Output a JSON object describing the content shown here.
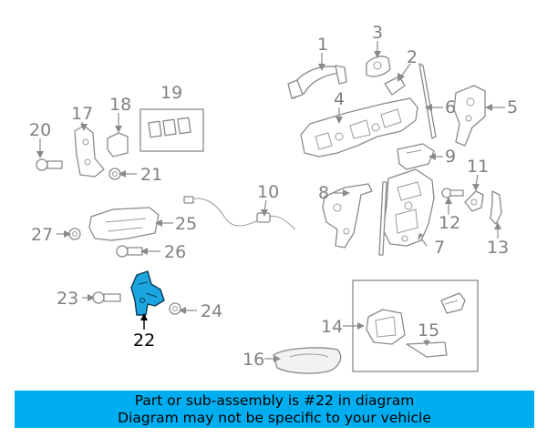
{
  "diagram": {
    "highlighted_part": "22",
    "callouts": [
      "1",
      "2",
      "3",
      "4",
      "5",
      "6",
      "7",
      "8",
      "9",
      "10",
      "11",
      "12",
      "13",
      "14",
      "15",
      "16",
      "17",
      "18",
      "19",
      "20",
      "21",
      "22",
      "23",
      "24",
      "25",
      "26",
      "27"
    ]
  },
  "banner": {
    "line1": "Part or sub-assembly is #22 in diagram",
    "line2": "Diagram may not be specific to your vehicle",
    "color": "#00aeef"
  },
  "colors": {
    "highlight": "#1ba6e0",
    "line_art": "#8a8a8a",
    "callout_text": "#808080"
  }
}
